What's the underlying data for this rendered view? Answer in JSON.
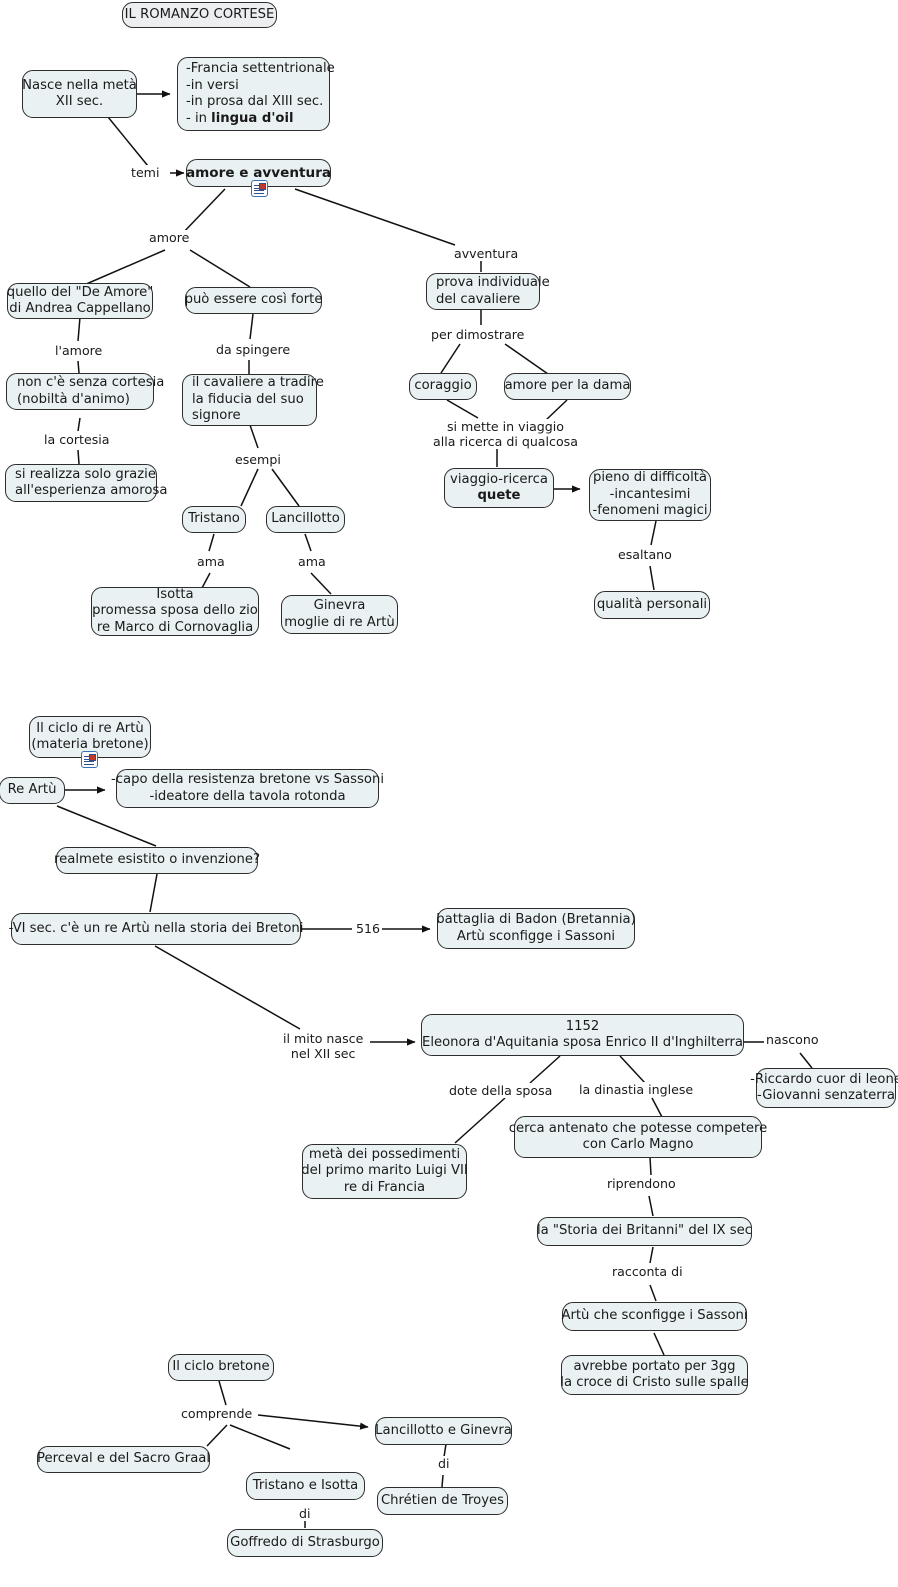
{
  "document": {
    "title": "IL ROMANZO CORTESE",
    "type": "concept-map",
    "language": "it"
  },
  "maps": [
    {
      "id": "map-romanzo-cortese",
      "title": "IL ROMANZO CORTESE",
      "nodes": [
        {
          "id": "n_titolo",
          "label": "IL ROMANZO CORTESE"
        },
        {
          "id": "n_nasce",
          "label": "Nasce nella metà\nXII sec."
        },
        {
          "id": "n_caratteri",
          "label": "-Francia settentrionale\n-in versi\n-in prosa dal XIII sec.\n- in lingua d'oil",
          "bold_part": "lingua d'oil"
        },
        {
          "id": "n_amore_avv",
          "label": "amore e avventura",
          "bold": true,
          "badge": "note-icon"
        },
        {
          "id": "n_deamore",
          "label": "quello del \"De Amore\"\ndi Andrea Cappellano"
        },
        {
          "id": "n_forte",
          "label": "può essere così forte"
        },
        {
          "id": "n_nocortesia",
          "label": "non c'è senza cortesia\n(nobiltà d'animo)"
        },
        {
          "id": "n_cavaliere",
          "label": "il cavaliere a tradire\nla fiducia del suo\nsignore"
        },
        {
          "id": "n_realizza",
          "label": "si realizza solo grazie\nall'esperienza amorosa"
        },
        {
          "id": "n_tristano",
          "label": "Tristano"
        },
        {
          "id": "n_lancillotto",
          "label": "Lancillotto"
        },
        {
          "id": "n_isotta",
          "label": "Isotta\npromessa sposa dello zio\nre Marco di Cornovaglia"
        },
        {
          "id": "n_ginevra",
          "label": "Ginevra\nmoglie di re Artù"
        },
        {
          "id": "n_prova",
          "label": "prova individuale\ndel cavaliere"
        },
        {
          "id": "n_coraggio",
          "label": "coraggio"
        },
        {
          "id": "n_amoredama",
          "label": "amore per la dama"
        },
        {
          "id": "n_quete",
          "label": "viaggio-ricerca\nquete",
          "bold_part": "quete"
        },
        {
          "id": "n_difficolta",
          "label": "pieno di difficoltà\n-incantesimi\n-fenomeni magici"
        },
        {
          "id": "n_qualita",
          "label": "qualità personali"
        }
      ],
      "edge_labels": [
        {
          "id": "e_temi",
          "label": "temi"
        },
        {
          "id": "e_amore",
          "label": "amore"
        },
        {
          "id": "e_avventura",
          "label": "avventura"
        },
        {
          "id": "e_lamore",
          "label": "l'amore"
        },
        {
          "id": "e_daspingere",
          "label": "da spingere"
        },
        {
          "id": "e_lacortesia",
          "label": "la cortesia"
        },
        {
          "id": "e_esempi",
          "label": "esempi"
        },
        {
          "id": "e_ama1",
          "label": "ama"
        },
        {
          "id": "e_ama2",
          "label": "ama"
        },
        {
          "id": "e_perdim",
          "label": "per dimostrare"
        },
        {
          "id": "e_simette",
          "label": "si mette in viaggio\nalla ricerca di qualcosa"
        },
        {
          "id": "e_esaltano",
          "label": "esaltano"
        }
      ]
    },
    {
      "id": "map-ciclo-re-artu",
      "title": "Il ciclo di re Artù (materia bretone)",
      "nodes": [
        {
          "id": "m_ciclo",
          "label": "Il ciclo di re Artù\n(materia bretone)",
          "badge": "note-icon"
        },
        {
          "id": "m_reartu",
          "label": "Re Artù"
        },
        {
          "id": "m_capo",
          "label": "-capo della resistenza bretone vs Sassoni\n-ideatore della tavola rotonda"
        },
        {
          "id": "m_realmete",
          "label": "realmete esistito o invenzione?"
        },
        {
          "id": "m_visec",
          "label": "-VI sec. c'è un re Artù nella storia dei Bretoni"
        },
        {
          "id": "m_badon",
          "label": "battaglia di Badon (Bretannia)\nArtù sconfigge i Sassoni"
        },
        {
          "id": "m_1152",
          "label": "1152\nEleonora d'Aquitania sposa Enrico II d'Inghilterra"
        },
        {
          "id": "m_figli",
          "label": "-Riccardo cuor di leone\n-Giovanni senzaterra"
        },
        {
          "id": "m_dote",
          "label": "metà dei possedimenti\ndel primo marito Luigi VII\nre di Francia"
        },
        {
          "id": "m_cerca",
          "label": "cerca antenato che potesse competere\ncon Carlo Magno"
        },
        {
          "id": "m_storia",
          "label": "la \"Storia dei Britanni\" del IX sec"
        },
        {
          "id": "m_sconfigge",
          "label": "Artù che sconfigge i Sassoni"
        },
        {
          "id": "m_croce",
          "label": "avrebbe portato per 3gg\nla croce di Cristo sulle spalle"
        }
      ],
      "edge_labels": [
        {
          "id": "me_516",
          "label": "516"
        },
        {
          "id": "me_mito",
          "label": "il mito nasce\nnel XII sec"
        },
        {
          "id": "me_nascono",
          "label": "nascono"
        },
        {
          "id": "me_dote",
          "label": "dote della sposa"
        },
        {
          "id": "me_dinastia",
          "label": "la dinastia inglese"
        },
        {
          "id": "me_ripr",
          "label": "riprendono"
        },
        {
          "id": "me_racc",
          "label": "racconta di"
        }
      ]
    },
    {
      "id": "map-ciclo-bretone",
      "title": "Il ciclo bretone",
      "nodes": [
        {
          "id": "b_ciclo",
          "label": "Il ciclo bretone"
        },
        {
          "id": "b_perceval",
          "label": "Perceval e del Sacro Graal"
        },
        {
          "id": "b_tristano",
          "label": "Tristano e Isotta"
        },
        {
          "id": "b_lancillotto",
          "label": "Lancillotto e Ginevra"
        },
        {
          "id": "b_goffredo",
          "label": "Goffredo di Strasburgo"
        },
        {
          "id": "b_chretien",
          "label": "Chrétien de Troyes"
        }
      ],
      "edge_labels": [
        {
          "id": "be_comprende",
          "label": "comprende"
        },
        {
          "id": "be_di1",
          "label": "di"
        },
        {
          "id": "be_di2",
          "label": "di"
        }
      ]
    }
  ],
  "colors": {
    "node_fill": "#e9f1f3",
    "node_fill_title": "#eceef0",
    "node_border": "#2d2d2d",
    "text": "#1a1a1a",
    "badge_border": "#3a6fb5",
    "canvas": "#ffffff"
  }
}
